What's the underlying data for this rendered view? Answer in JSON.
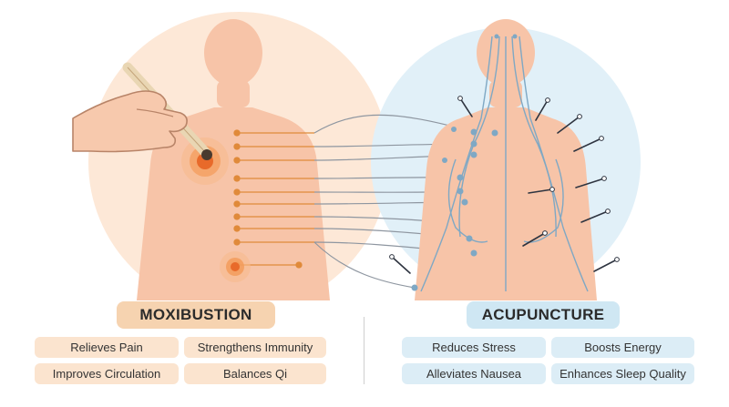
{
  "moxibustion": {
    "title": "MOXIBUSTION",
    "benefits": [
      "Relieves Pain",
      "Strengthens Immunity",
      "Improves Circulation",
      "Balances Qi"
    ]
  },
  "acupuncture": {
    "title": "ACUPUNCTURE",
    "benefits": [
      "Reduces Stress",
      "Boosts Energy",
      "Alleviates Nausea",
      "Enhances Sleep Quality"
    ]
  },
  "colors": {
    "moxi_accent": "#f0a15f",
    "moxi_bg": "#fbe4cf",
    "acu_accent": "#7aaed0",
    "acu_bg": "#dcedf6",
    "skin": "#f7c4a8",
    "meridian": "#7fa8c4",
    "connector": "#9aa0a6"
  },
  "icons": {
    "moxa_stick": "moxa-stick-icon",
    "hand": "hand-icon",
    "heat_glow": "heat-glow-icon",
    "needle": "acupuncture-needle-icon"
  }
}
